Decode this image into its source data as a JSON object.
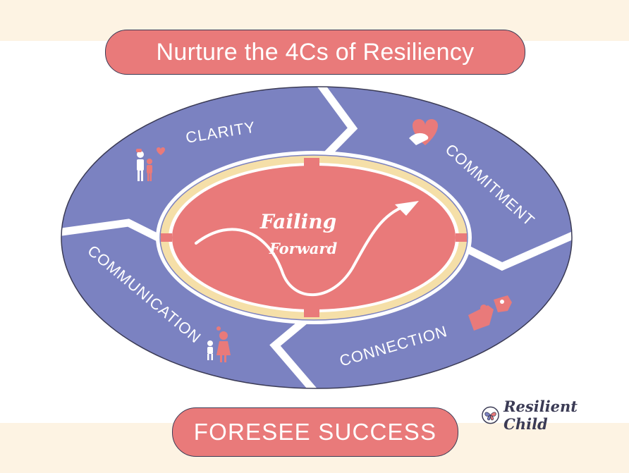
{
  "title": "Nurture the 4Cs of Resiliency",
  "footer": "FORESEE SUCCESS",
  "center": {
    "line1": "Failing",
    "line2": "Forward"
  },
  "segments": {
    "clarity": "CLARITY",
    "commitment": "COMMITMENT",
    "connection": "CONNECTION",
    "communication": "COMMUNICATION"
  },
  "brand": "Resilient Child",
  "colors": {
    "segment": "#7b82c1",
    "coral": "#e97a7a",
    "ring": "#f5dfa8",
    "outline": "#3b3b55",
    "band": "#fdf3e3"
  },
  "icons": {
    "clarity": "parent-child-heart-icon",
    "commitment": "hands-heart-icon",
    "connection": "puzzle-pieces-icon",
    "communication": "parent-child-talk-icon",
    "brand": "butterfly-icon"
  }
}
